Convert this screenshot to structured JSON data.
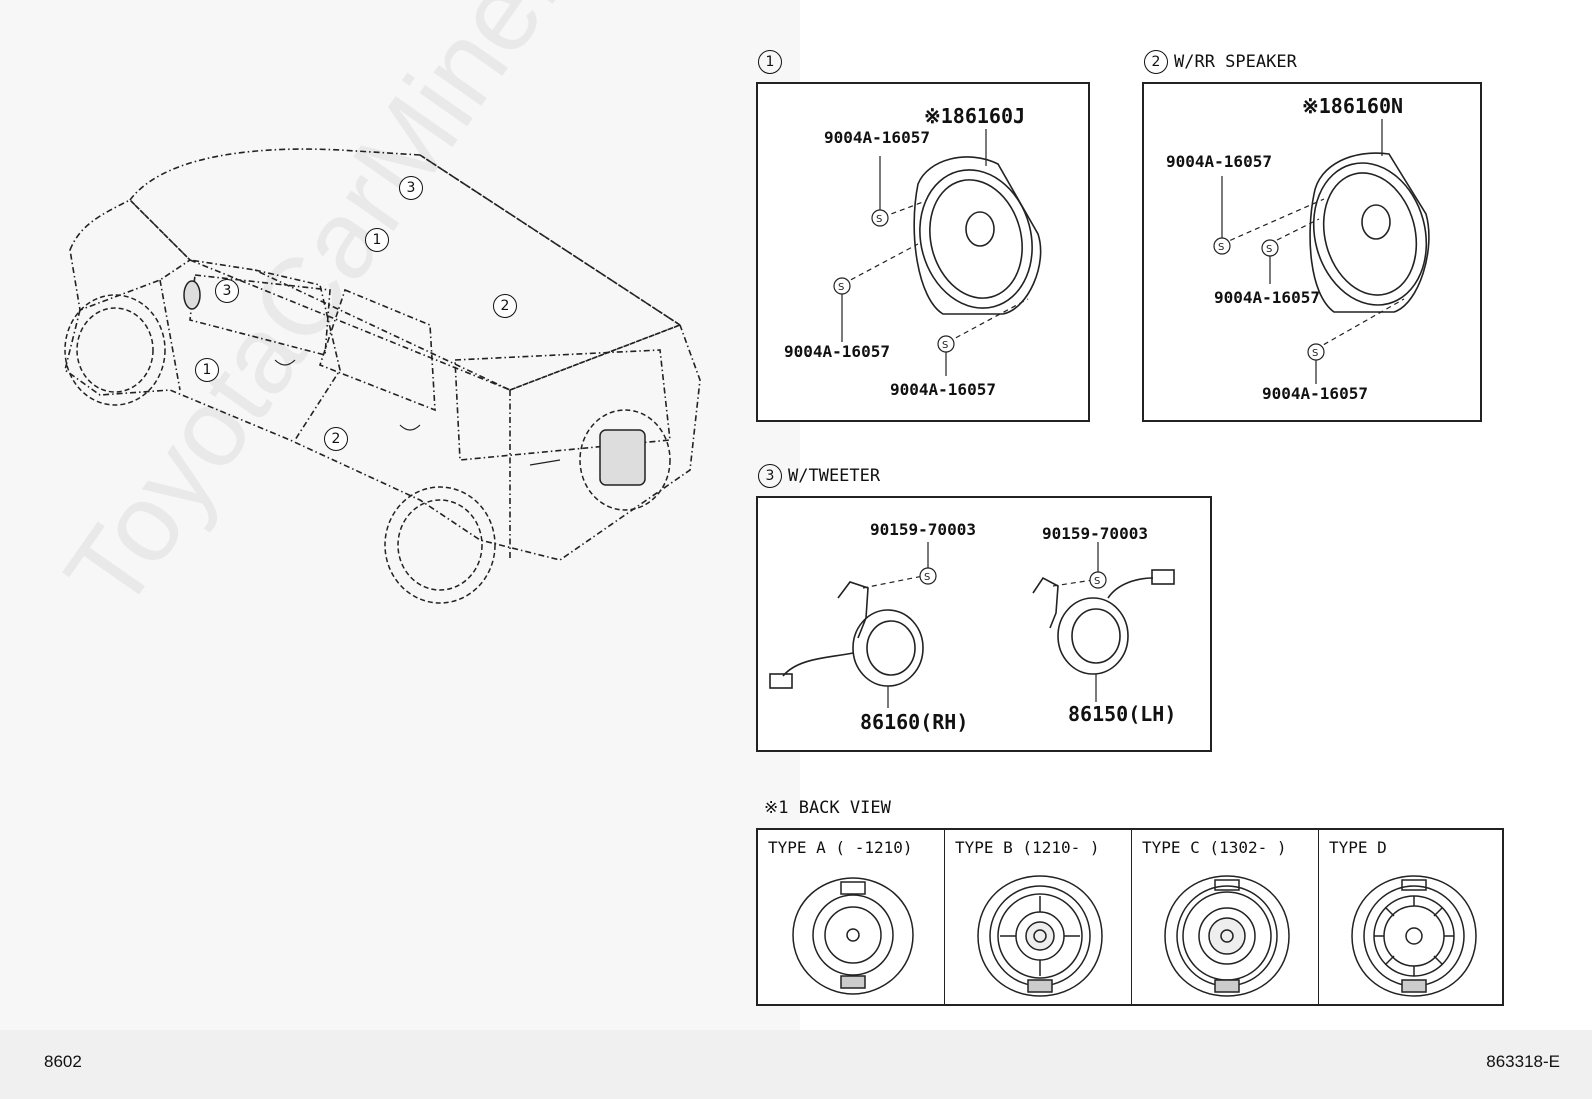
{
  "watermark": "ToyotaCarMine.ru",
  "footer": {
    "page_code": "8602",
    "illustration_code": "863318-E"
  },
  "car_callouts": [
    "3",
    "1",
    "3",
    "2",
    "1",
    "2"
  ],
  "sections": {
    "s1": {
      "num": "1",
      "title": "",
      "part_main": "※186160J",
      "screws": [
        "9004A-16057",
        "9004A-16057",
        "9004A-16057"
      ]
    },
    "s2": {
      "num": "2",
      "title": "W/RR SPEAKER",
      "part_main": "※186160N",
      "screws": [
        "9004A-16057",
        "9004A-16057",
        "9004A-16057"
      ]
    },
    "s3": {
      "num": "3",
      "title": "W/TWEETER",
      "screw_left": "90159-70003",
      "screw_right": "90159-70003",
      "part_rh": "86160(RH)",
      "part_lh": "86150(LH)"
    }
  },
  "back_view": {
    "title": "※1 BACK VIEW",
    "types": [
      {
        "label": "TYPE A (   -1210)"
      },
      {
        "label": "TYPE B (1210-   )"
      },
      {
        "label": "TYPE C (1302-   )"
      },
      {
        "label": "TYPE D"
      }
    ]
  }
}
